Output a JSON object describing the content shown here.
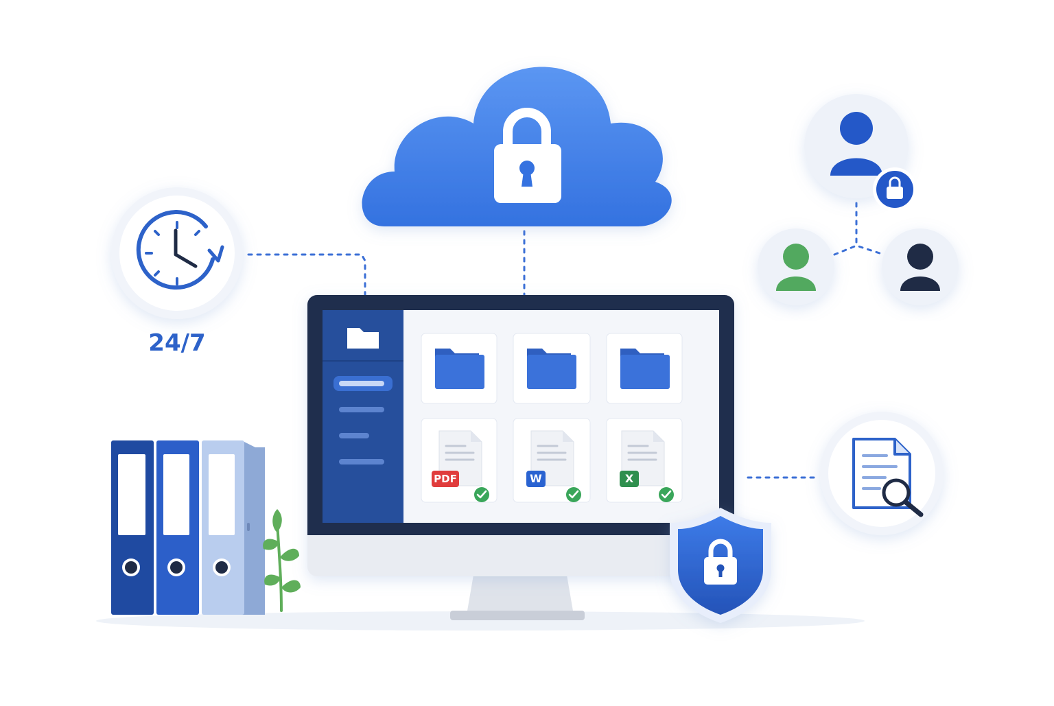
{
  "service_label": "24/7",
  "file_types": {
    "pdf": "PDF",
    "word": "W",
    "excel": "X"
  },
  "colors": {
    "primary_blue": "#3b7de9",
    "dark_navy": "#1f3b66",
    "pdf_red": "#e03c3c",
    "word_blue": "#2a63d1",
    "excel_green": "#2f8f4e",
    "check_green": "#3aa65a",
    "user_green": "#52a95f",
    "plant_green": "#5fae5a"
  },
  "icons": [
    "cloud-lock-icon",
    "clock-refresh-icon",
    "user-lock-icon",
    "user-icon",
    "document-search-icon",
    "shield-lock-icon",
    "folder-icon",
    "check-icon",
    "binder-icon",
    "plant-icon"
  ]
}
